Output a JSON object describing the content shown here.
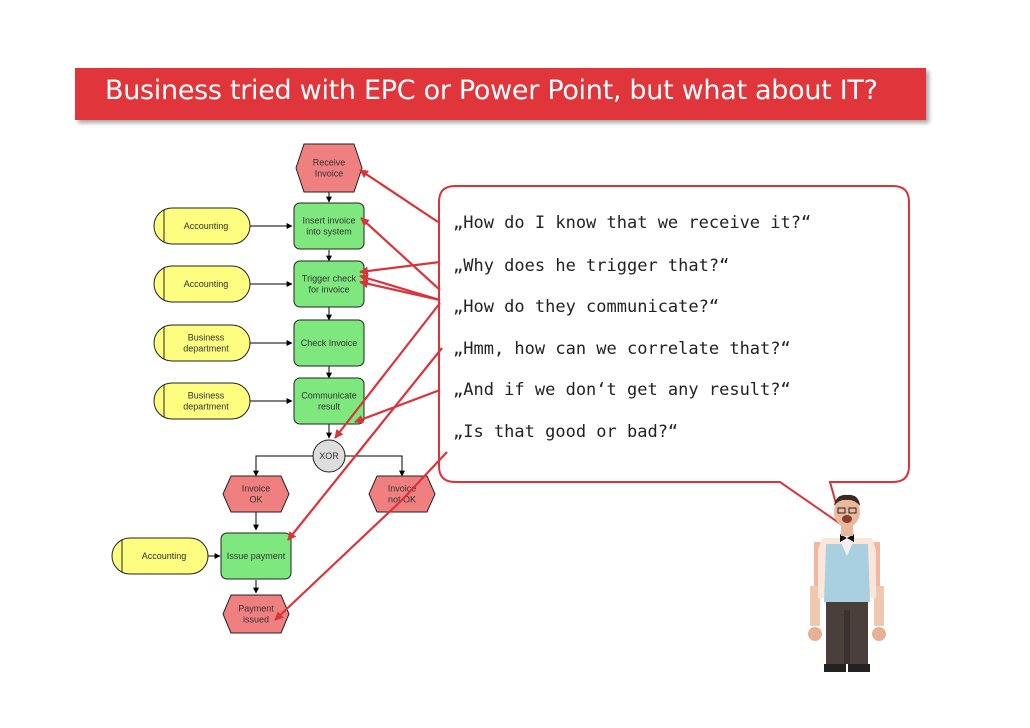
{
  "title": "Business tried with EPC or Power Point, but what about IT?",
  "nodes": [
    {
      "id": "receive-invoice",
      "kind": "event",
      "lines": [
        "Receive",
        "Invoice"
      ]
    },
    {
      "id": "insert-invoice",
      "kind": "function",
      "lines": [
        "Insert invoice",
        "into system"
      ]
    },
    {
      "id": "trigger-check",
      "kind": "function",
      "lines": [
        "Trigger check",
        "for invoice"
      ]
    },
    {
      "id": "check-invoice",
      "kind": "function",
      "lines": [
        "Check Invoice"
      ]
    },
    {
      "id": "communicate-result",
      "kind": "function",
      "lines": [
        "Communicate",
        "result"
      ]
    },
    {
      "id": "xor",
      "kind": "connector",
      "lines": [
        "XOR"
      ]
    },
    {
      "id": "invoice-ok",
      "kind": "event",
      "lines": [
        "Invoice",
        "OK"
      ]
    },
    {
      "id": "invoice-not-ok",
      "kind": "event",
      "lines": [
        "Invoice",
        "not OK"
      ]
    },
    {
      "id": "issue-payment",
      "kind": "function",
      "lines": [
        "Issue payment"
      ]
    },
    {
      "id": "payment-issued",
      "kind": "event",
      "lines": [
        "Payment",
        "issued"
      ]
    },
    {
      "id": "org-accounting-1",
      "kind": "org",
      "lines": [
        "Accounting"
      ]
    },
    {
      "id": "org-accounting-2",
      "kind": "org",
      "lines": [
        "Accounting"
      ]
    },
    {
      "id": "org-business-1",
      "kind": "org",
      "lines": [
        "Business",
        "department"
      ]
    },
    {
      "id": "org-business-2",
      "kind": "org",
      "lines": [
        "Business",
        "department"
      ]
    },
    {
      "id": "org-accounting-3",
      "kind": "org",
      "lines": [
        "Accounting"
      ]
    }
  ],
  "questions": [
    "„How do I know that we receive it?“",
    "„Why does he trigger that?“",
    "„How do they communicate?“",
    "„Hmm, how can we correlate that?“",
    "„And if we don‘t get any result?“",
    "„Is that good or bad?“"
  ],
  "colors": {
    "title_bg": "#e0353b",
    "event": "#f08080",
    "function": "#7ee87e",
    "org": "#fdfd80",
    "connector": "#dddddd",
    "arrow": "#d9343a"
  }
}
